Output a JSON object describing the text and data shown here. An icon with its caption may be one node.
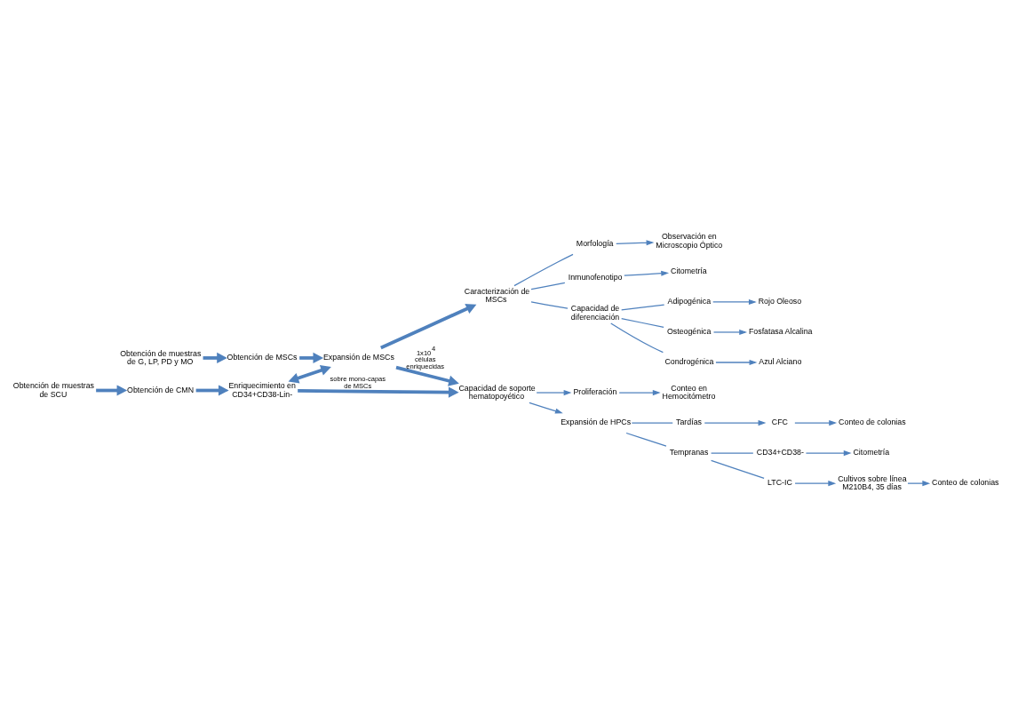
{
  "diagram": {
    "nodes": [
      {
        "text": [
          "Obtención de muestras de G, LP, PD y MO"
        ]
      },
      {
        "text": [
          "Obtención de MSCs"
        ]
      },
      {
        "text": [
          "Expansión de MSCs"
        ]
      },
      {
        "text": [
          "Caracterización de MSCs"
        ]
      },
      {
        "text": [
          "Morfología"
        ]
      },
      {
        "text": [
          "Observación en Microscopio Óptico"
        ]
      },
      {
        "text": [
          "Inmunofenotipo"
        ]
      },
      {
        "text": [
          "Citometría"
        ]
      },
      {
        "text": [
          "Capacidad de diferenciación"
        ]
      },
      {
        "text": [
          "Adipogénica"
        ]
      },
      {
        "text": [
          "Rojo Oleoso"
        ]
      },
      {
        "text": [
          "Osteogénica"
        ]
      },
      {
        "text": [
          "Fosfatasa Alcalina"
        ]
      },
      {
        "text": [
          "Condrogénica"
        ]
      },
      {
        "text": [
          "Azul Alciano"
        ]
      },
      {
        "text": [
          "Enriquecimiento en CD34+CD38-Lin-"
        ]
      },
      {
        "text": [
          "Obtención de CMN"
        ]
      },
      {
        "text": [
          "Obtención de muestras de SCU"
        ]
      },
      {
        "text": [
          "Capacidad de soporte hematopoyético"
        ]
      },
      {
        "text": [
          "Proliferación"
        ]
      },
      {
        "text": [
          "Conteo en Hemocitómetro"
        ]
      },
      {
        "text": [
          "Expansión de HPCs"
        ]
      },
      {
        "text": [
          "Tardías"
        ]
      },
      {
        "text": [
          "CFC"
        ]
      },
      {
        "text": [
          "Conteo de colonias"
        ]
      },
      {
        "text": [
          "Tempranas"
        ]
      },
      {
        "text": [
          "CD34+CD38-"
        ]
      },
      {
        "text": [
          "Citometría"
        ]
      },
      {
        "text": [
          "LTC-IC"
        ]
      },
      {
        "text": [
          "Cultivos sobre línea M210B4, 35 días"
        ]
      },
      {
        "text": [
          "Conteo de colonias"
        ]
      }
    ],
    "edges": [
      {
        "from": 0,
        "to": 1,
        "arrow": "to",
        "style": "thick"
      },
      {
        "from": 1,
        "to": 2,
        "arrow": "to",
        "style": "thick"
      },
      {
        "from": 2,
        "to": 3,
        "arrow": "to",
        "style": "thick"
      },
      {
        "from": 3,
        "to": 4,
        "arrow": "none"
      },
      {
        "from": 3,
        "to": 6,
        "arrow": "none"
      },
      {
        "from": 3,
        "to": 8,
        "arrow": "none"
      },
      {
        "from": 4,
        "to": 5,
        "arrow": "to"
      },
      {
        "from": 6,
        "to": 7,
        "arrow": "to"
      },
      {
        "from": 8,
        "to": 9,
        "arrow": "none"
      },
      {
        "from": 8,
        "to": 11,
        "arrow": "none"
      },
      {
        "from": 8,
        "to": 13,
        "arrow": "none"
      },
      {
        "from": 9,
        "to": 10,
        "arrow": "to"
      },
      {
        "from": 11,
        "to": 12,
        "arrow": "to"
      },
      {
        "from": 13,
        "to": 14,
        "arrow": "to"
      },
      {
        "from": 17,
        "to": 16,
        "arrow": "to",
        "style": "thick"
      },
      {
        "from": 16,
        "to": 15,
        "arrow": "to",
        "style": "thick"
      },
      {
        "from": 15,
        "to": 2,
        "arrow": "both",
        "style": "thick"
      },
      {
        "from": 2,
        "to": 18,
        "arrow": "to",
        "style": "thick",
        "label": "1x10$^{4}$ células enriquecidas"
      },
      {
        "from": 15,
        "to": 18,
        "arrow": "to",
        "style": "thick",
        "label": "sobre mono-capas de MSCs"
      },
      {
        "from": 18,
        "to": 19,
        "arrow": "to"
      },
      {
        "from": 19,
        "to": 20,
        "arrow": "to"
      },
      {
        "from": 18,
        "to": 21,
        "arrow": "to"
      },
      {
        "from": 21,
        "to": 22,
        "arrow": "none"
      },
      {
        "from": 21,
        "to": 25,
        "arrow": "none"
      },
      {
        "from": 22,
        "to": 23,
        "arrow": "to"
      },
      {
        "from": 23,
        "to": 24,
        "arrow": "to"
      },
      {
        "from": 25,
        "to": 26,
        "arrow": "none"
      },
      {
        "from": 25,
        "to": 28,
        "arrow": "none"
      },
      {
        "from": 26,
        "to": 27,
        "arrow": "to"
      },
      {
        "from": 28,
        "to": 29,
        "arrow": "to"
      },
      {
        "from": 29,
        "to": 30,
        "arrow": "to"
      }
    ]
  }
}
